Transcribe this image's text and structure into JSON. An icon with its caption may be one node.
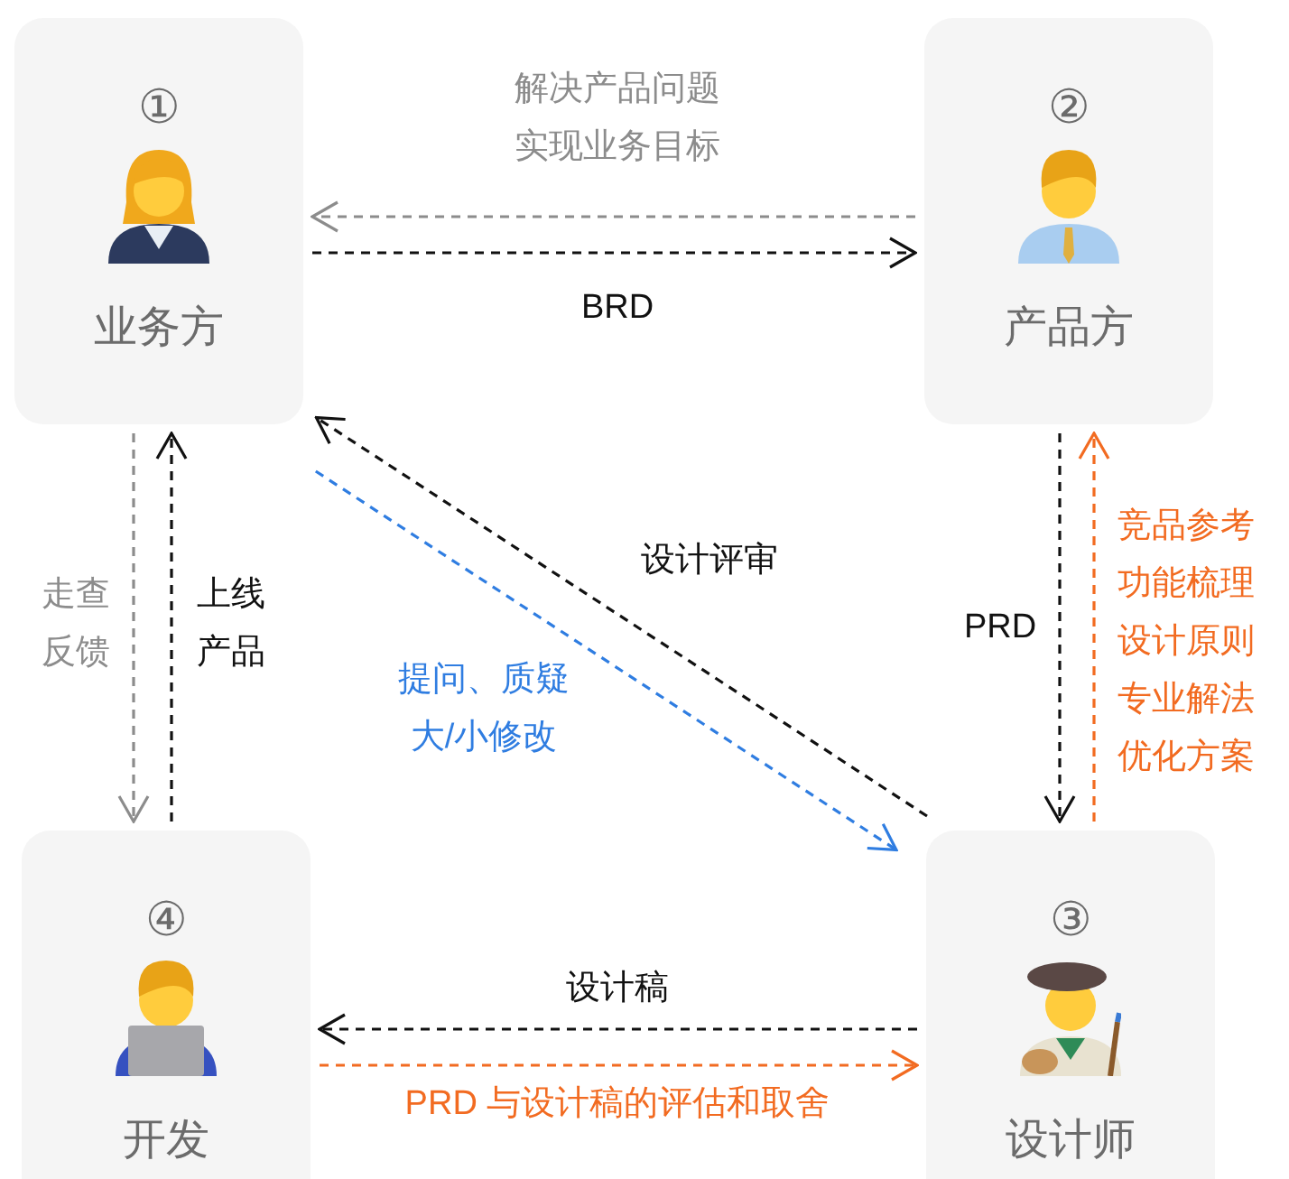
{
  "diagram": {
    "nodes": [
      {
        "text": [
          "①",
          "业务方"
        ]
      },
      {
        "text": [
          "②",
          "产品方"
        ]
      },
      {
        "text": [
          "④",
          "开发"
        ]
      },
      {
        "text": [
          "③",
          "设计师"
        ]
      }
    ],
    "edges": [
      {
        "from": 1,
        "to": 0,
        "arrow": "to",
        "label": "解决产品问题实现业务目标",
        "style": "dashed",
        "color": "#8c8c8c"
      },
      {
        "from": 0,
        "to": 1,
        "arrow": "to",
        "label": "BRD",
        "style": "dashed"
      },
      {
        "from": 0,
        "to": 2,
        "arrow": "to",
        "label": "走查反馈",
        "style": "dashed",
        "color": "#8c8c8c"
      },
      {
        "from": 2,
        "to": 0,
        "arrow": "to",
        "label": "上线产品",
        "style": "dashed"
      },
      {
        "from": 3,
        "to": 0,
        "arrow": "to",
        "label": "设计评审",
        "style": "dashed"
      },
      {
        "from": 0,
        "to": 3,
        "arrow": "to",
        "label": "提问、质疑大/小修改",
        "style": "dashed",
        "color": "#2f7de1"
      },
      {
        "from": 1,
        "to": 3,
        "arrow": "to",
        "label": "PRD",
        "style": "dashed"
      },
      {
        "from": 3,
        "to": 1,
        "arrow": "to",
        "label": "竞品参考功能梳理设计原则专业解法优化方案",
        "style": "dashed",
        "color": "#f26b21"
      },
      {
        "from": 3,
        "to": 2,
        "arrow": "to",
        "label": "设计稿",
        "style": "dashed"
      },
      {
        "from": 2,
        "to": 3,
        "arrow": "to",
        "label": "PRD 与设计稿的评估和取舍",
        "style": "dashed",
        "color": "#f26b21"
      }
    ]
  }
}
